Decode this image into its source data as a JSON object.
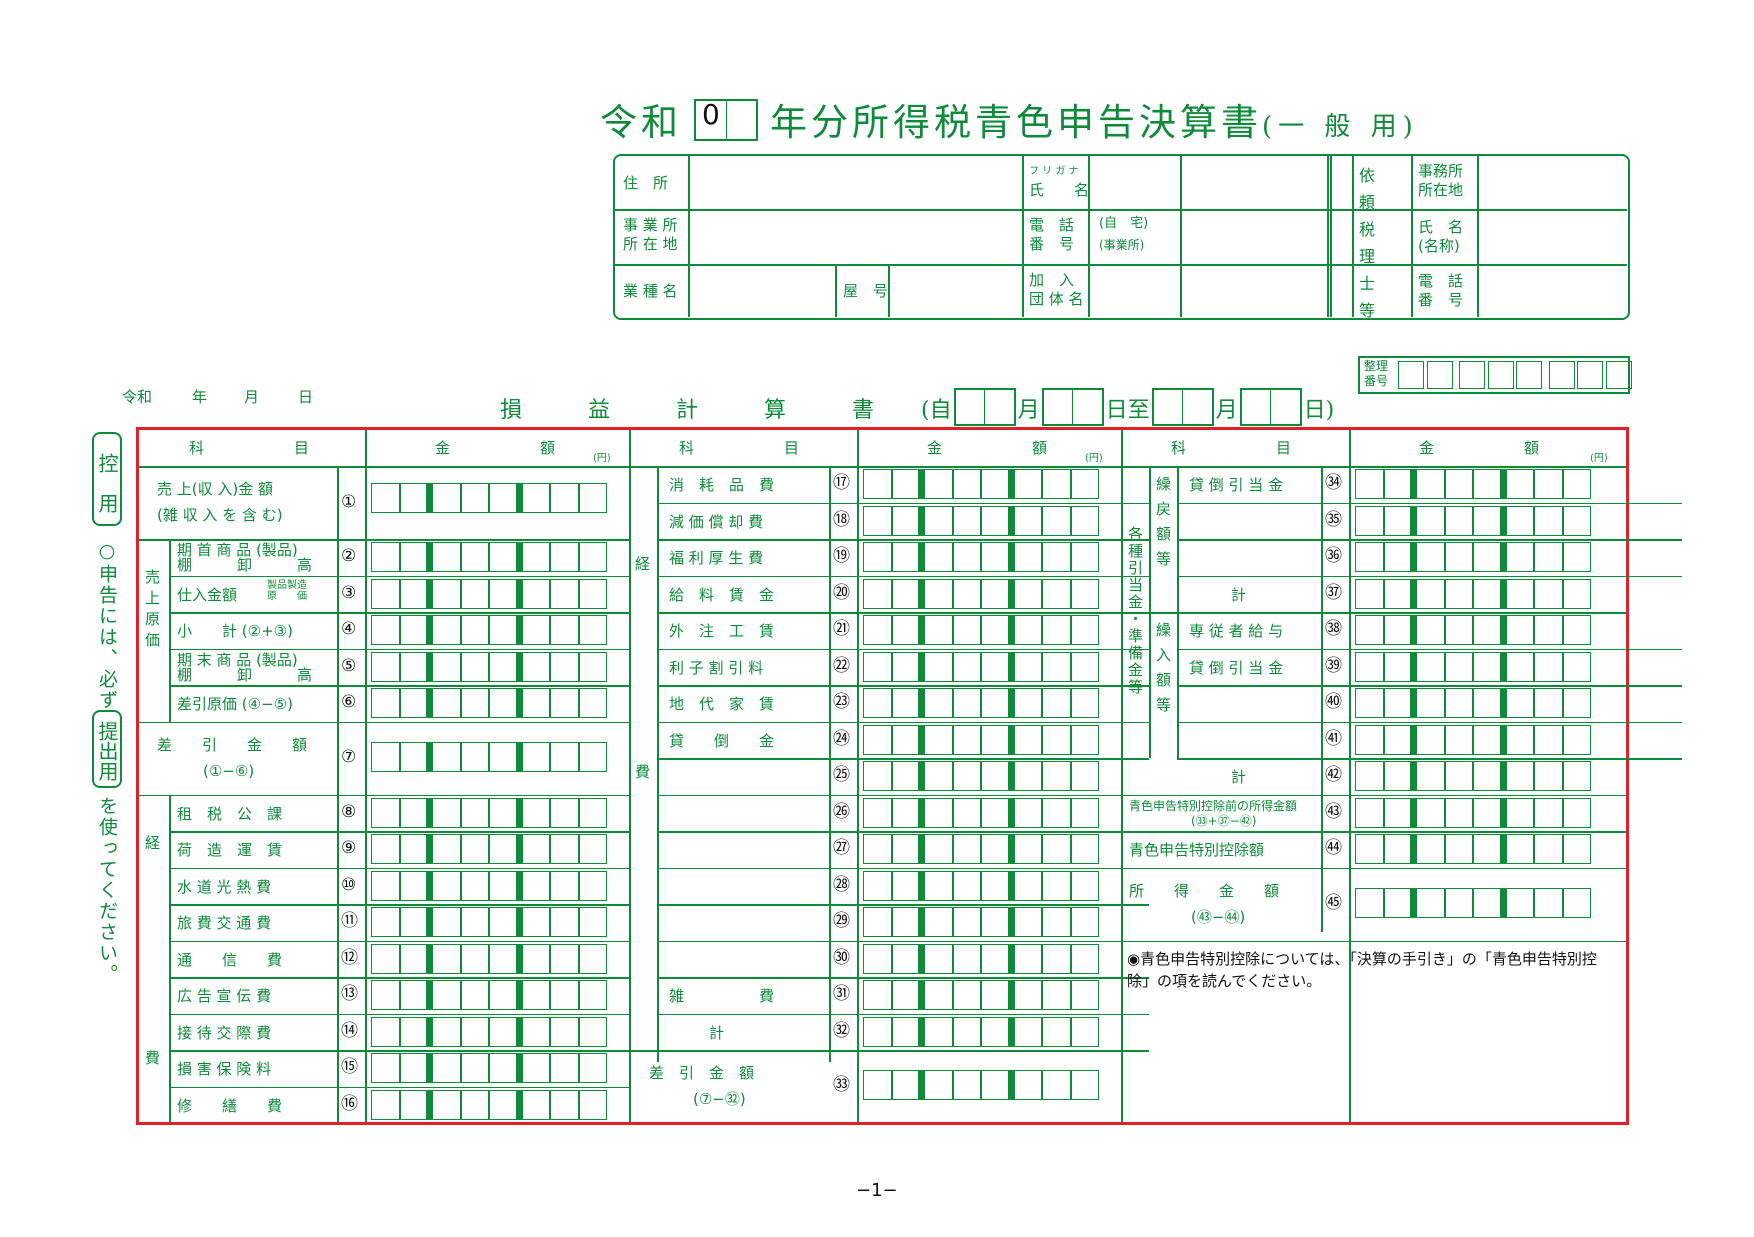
{
  "title": {
    "era": "令和",
    "year_value": "0",
    "main": "年分所得税青色申告決算書",
    "sub": "(一 般 用)"
  },
  "header": {
    "address": "住　所",
    "furigana": "フ リ ガ ナ",
    "name": "氏　　名",
    "office_address": [
      "事 業 所",
      "所 在 地"
    ],
    "phone": [
      "電　話",
      "番　号"
    ],
    "phone_home": "(自　宅)",
    "phone_office": "(事業所)",
    "business_type": "業 種 名",
    "trade_name": "屋　号",
    "association": [
      "加　入",
      "団 体 名"
    ],
    "tax_accountant": "依頼税理士等",
    "ta_office": [
      "事務所",
      "所在地"
    ],
    "ta_name": [
      "氏　名",
      "(名称)"
    ],
    "ta_phone": [
      "電　話",
      "番　号"
    ]
  },
  "date_line": {
    "era": "令和",
    "year": "年",
    "month": "月",
    "day": "日"
  },
  "pl": {
    "title": "損　　　益　　　計　　　算　　　書",
    "from": "(自",
    "month1": "月",
    "day1": "日",
    "to": "至",
    "month2": "月",
    "day2": "日)",
    "serial": [
      "整理",
      "番号"
    ]
  },
  "columns": {
    "item": "科　　　　　　目",
    "amount": "金　　　　　　額",
    "yen": "(円)"
  },
  "side_labels": {
    "ctrl": "控　用",
    "notice1": "○申告には、必ず",
    "submit": "提出用",
    "notice2": "を使ってください。"
  },
  "col1": {
    "sales": [
      "売 上(収 入)金 額",
      "(雑 収 入 を 含 む)"
    ],
    "cogs_label": "売上原価",
    "opening": [
      "期 首 商 品 (製品)",
      "棚　　　卸　　　高"
    ],
    "purchases": "仕入金額",
    "purchases_note": [
      "製品製造",
      "原　　価"
    ],
    "subtotal": "小　　計 (②+③)",
    "closing": [
      "期 末 商 品 (製品)",
      "棚　　　卸　　　高"
    ],
    "net_cogs": "差引原価 (④−⑤)",
    "gross": [
      "差　　引　　金　　額",
      "(①−⑥)"
    ],
    "exp_label": "経　　　　費",
    "taxes": "租　税　公　課",
    "freight": "荷　造　運　賃",
    "utilities": "水 道 光 熱 費",
    "travel": "旅 費 交 通 費",
    "comm": "通　　信　　費",
    "ads": "広 告 宣 伝 費",
    "entertain": "接 待 交 際 費",
    "insurance": "損 害 保 険 料",
    "repairs": "修　　繕　　費"
  },
  "col2": {
    "exp_label": "経　　　　　　　　　　　　費",
    "supplies": "消　耗　品　費",
    "depreciation": "減 価 償 却 費",
    "welfare": "福 利 厚 生 費",
    "salaries": "給　料　賃　金",
    "outsourcing": "外　注　工　賃",
    "interest": "利 子 割 引 料",
    "rent": "地　代　家　賃",
    "bad_debt": "貸　　倒　　金",
    "misc": "雑　　　　　費",
    "total": "計",
    "net": [
      "差　引　金　額",
      "(⑦−㉜)"
    ]
  },
  "col3": {
    "reserves_label": "各種引当金・準備金等",
    "reversal_label": "繰戻額等",
    "transfer_label": "繰入額等",
    "bad_debt_reserve": "貸 倒 引 当 金",
    "total": "計",
    "family_wages": "専 従 者 給 与",
    "bad_debt_reserve2": "貸 倒 引 当 金",
    "total2": "計",
    "pre_deduction": [
      "青色申告特別控除前の所得金額",
      "(㉝+㊲−㊷)"
    ],
    "blue_deduction": "青色申告特別控除額",
    "income": [
      "所　　得　　金　　額",
      "(㊸−㊹)"
    ],
    "note": "◉青色申告特別控除については、「決算の手引き」の「青色申告特別控除」の項を読んでください。"
  },
  "nums": [
    "①",
    "②",
    "③",
    "④",
    "⑤",
    "⑥",
    "⑦",
    "⑧",
    "⑨",
    "⑩",
    "⑪",
    "⑫",
    "⑬",
    "⑭",
    "⑮",
    "⑯",
    "⑰",
    "⑱",
    "⑲",
    "⑳",
    "㉑",
    "㉒",
    "㉓",
    "㉔",
    "㉕",
    "㉖",
    "㉗",
    "㉘",
    "㉙",
    "㉚",
    "㉛",
    "㉜",
    "㉝",
    "㉞",
    "㉟",
    "㊱",
    "㊲",
    "㊳",
    "㊴",
    "㊵",
    "㊶",
    "㊷",
    "㊸",
    "㊹",
    "㊺"
  ],
  "page_number": "−1−"
}
